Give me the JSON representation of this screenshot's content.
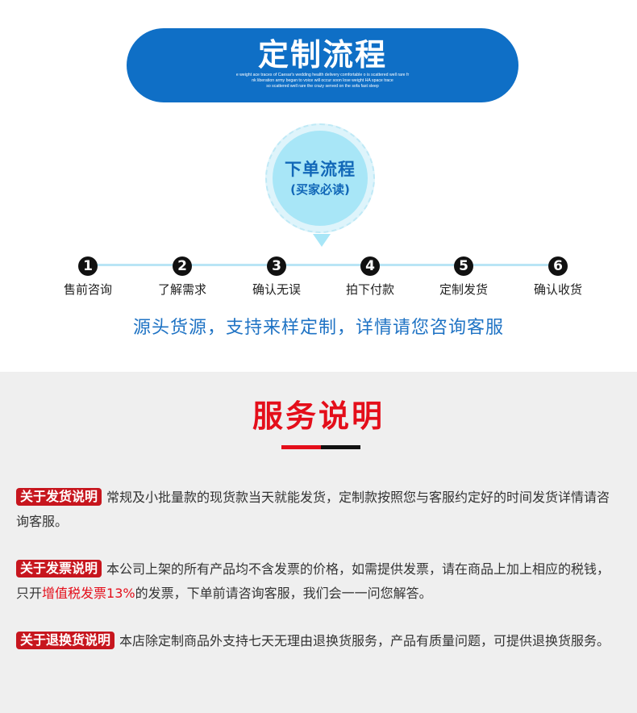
{
  "header": {
    "title": "定制流程",
    "subtitle_lines": [
      "e weight ace traces of Caesar's wedding health delivery comfortable o is scattered well rare fr",
      "nk liberation army began to voice will occur soon lose weight HA space trace",
      "so scattered well rare the crazy served on the sofa fast sleep"
    ]
  },
  "order_badge": {
    "line1": "下单流程",
    "line2": "(买家必读)"
  },
  "steps": [
    {
      "num": "1",
      "label": "售前咨询"
    },
    {
      "num": "2",
      "label": "了解需求"
    },
    {
      "num": "3",
      "label": "确认无误"
    },
    {
      "num": "4",
      "label": "拍下付款"
    },
    {
      "num": "5",
      "label": "定制发货"
    },
    {
      "num": "6",
      "label": "确认收货"
    }
  ],
  "tagline": "源头货源，支持来样定制，详情请您咨询客服",
  "service": {
    "title": "服务说明",
    "items": [
      {
        "badge": "关于发货说明",
        "text": "常规及小批量款的现货款当天就能发货，定制款按照您与客服约定好的时间发货详情请咨询客服。"
      },
      {
        "badge": "关于发票说明",
        "text_before": "本公司上架的所有产品均不含发票的价格，如需提供发票，请在商品上加上相应的税钱，只开",
        "highlight": "增值税发票13%",
        "text_after": "的发票，下单前请咨询客服，我们会一一问您解答。"
      },
      {
        "badge": "关于退换货说明",
        "text": "本店除定制商品外支持七天无理由退换货服务，产品有质量问题，可提供退换货服务。"
      }
    ]
  },
  "colors": {
    "header_blue": "#0f6fc6",
    "accent_red": "#e40e1a",
    "badge_red": "#c7161e",
    "circle_blue": "#a8e6f7",
    "tagline_blue": "#1f73c4"
  }
}
